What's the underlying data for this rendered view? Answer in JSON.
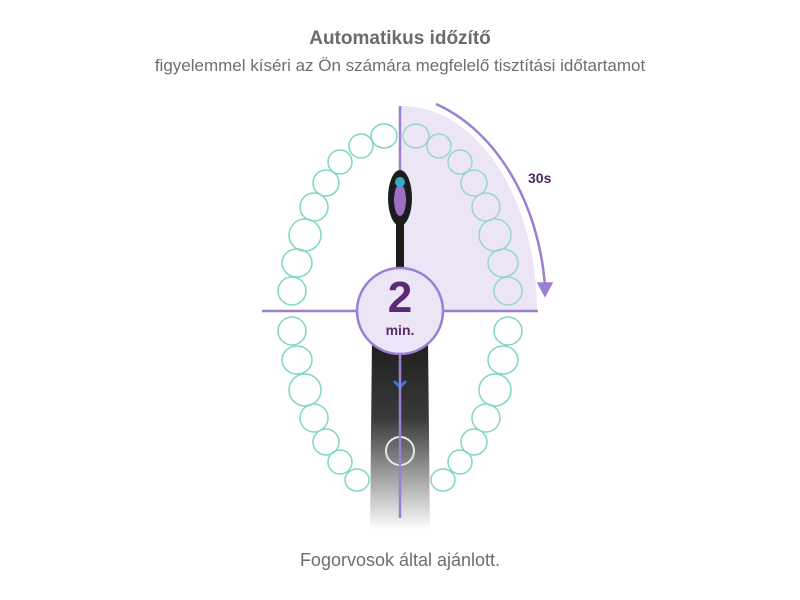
{
  "header": {
    "title": "Automatikus időzítő",
    "subtitle": "figyelemmel kíséri az Ön számára megfelelő tisztítási időtartamot"
  },
  "timer_badge": {
    "value": "2",
    "unit": "min."
  },
  "quadrant": {
    "duration_label": "30s"
  },
  "footer": {
    "text": "Fogorvosok által ajánlott."
  },
  "colors": {
    "accent_purple": "#9b7fd1",
    "quadrant_fill": "#ebe5f5",
    "tooth_outline": "#7fd6c4",
    "badge_text": "#5a2a72",
    "text_gray": "#6b6b6b"
  }
}
